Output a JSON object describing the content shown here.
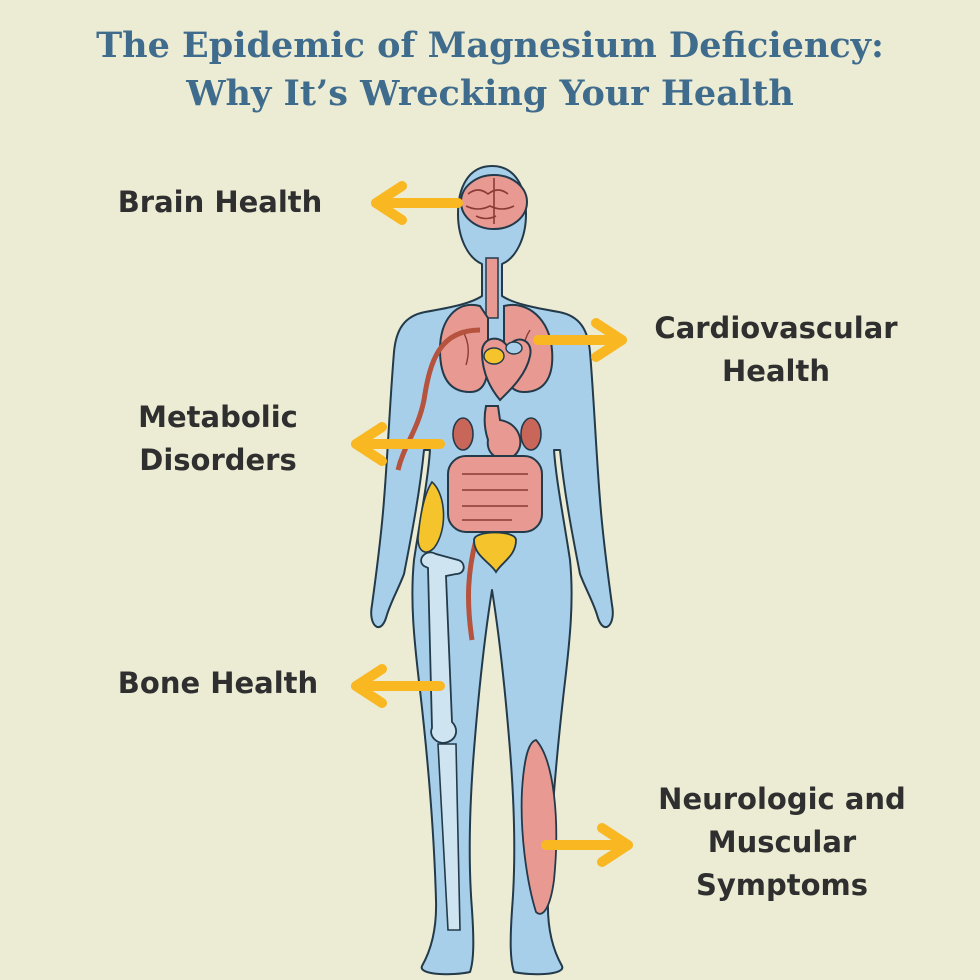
{
  "title": {
    "line1": "The Epidemic of Magnesium Deficiency:",
    "line2": "Why It’s Wrecking Your Health"
  },
  "labels": {
    "brain": "Brain Health",
    "cardio_line1": "Cardiovascular",
    "cardio_line2": "Health",
    "metabolic_line1": "Metabolic",
    "metabolic_line2": "Disorders",
    "bone": "Bone Health",
    "neuro_line1": "Neurologic and",
    "neuro_line2": "Muscular",
    "neuro_line3": "Symptoms"
  },
  "colors": {
    "background": "#ecebd4",
    "title": "#3f6b8c",
    "label": "#2f2f2f",
    "body": "#a8cfe9",
    "organ": "#e89a92",
    "arrow": "#f9b722",
    "yellow_organ": "#f5c32c"
  }
}
